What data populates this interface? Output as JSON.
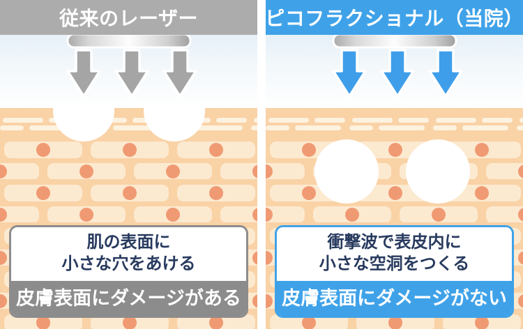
{
  "panels": [
    {
      "header": "従来のレーザー",
      "description": [
        "肌の表面に",
        "小さな穴をあける"
      ],
      "verdict": "皮膚表面にダメージがある",
      "colors": {
        "accent": "#acacac",
        "arrow": "#a5a5a5",
        "bar": "#8c8c8c"
      },
      "illustration": "craters-open-on-skin-surface"
    },
    {
      "header": "ピコフラクショナル（当院）",
      "description": [
        "衝撃波で表皮内に",
        "小さな空洞をつくる"
      ],
      "verdict": "皮膚表面にダメージがない",
      "colors": {
        "accent": "#3fa2e9",
        "arrow": "#3f9ee9",
        "bar": "#3fa2e9"
      },
      "illustration": "cavities-inside-epidermis-surface-intact"
    }
  ],
  "skin_colors": {
    "base": "#f9d2a6",
    "cell": "#fcead0",
    "nucleus": "#f09a73",
    "dash": "#fdf2e0"
  },
  "description_text_color": "#273a5e",
  "device_icon": "laser-handpiece",
  "arrow_icon": "down-arrow"
}
